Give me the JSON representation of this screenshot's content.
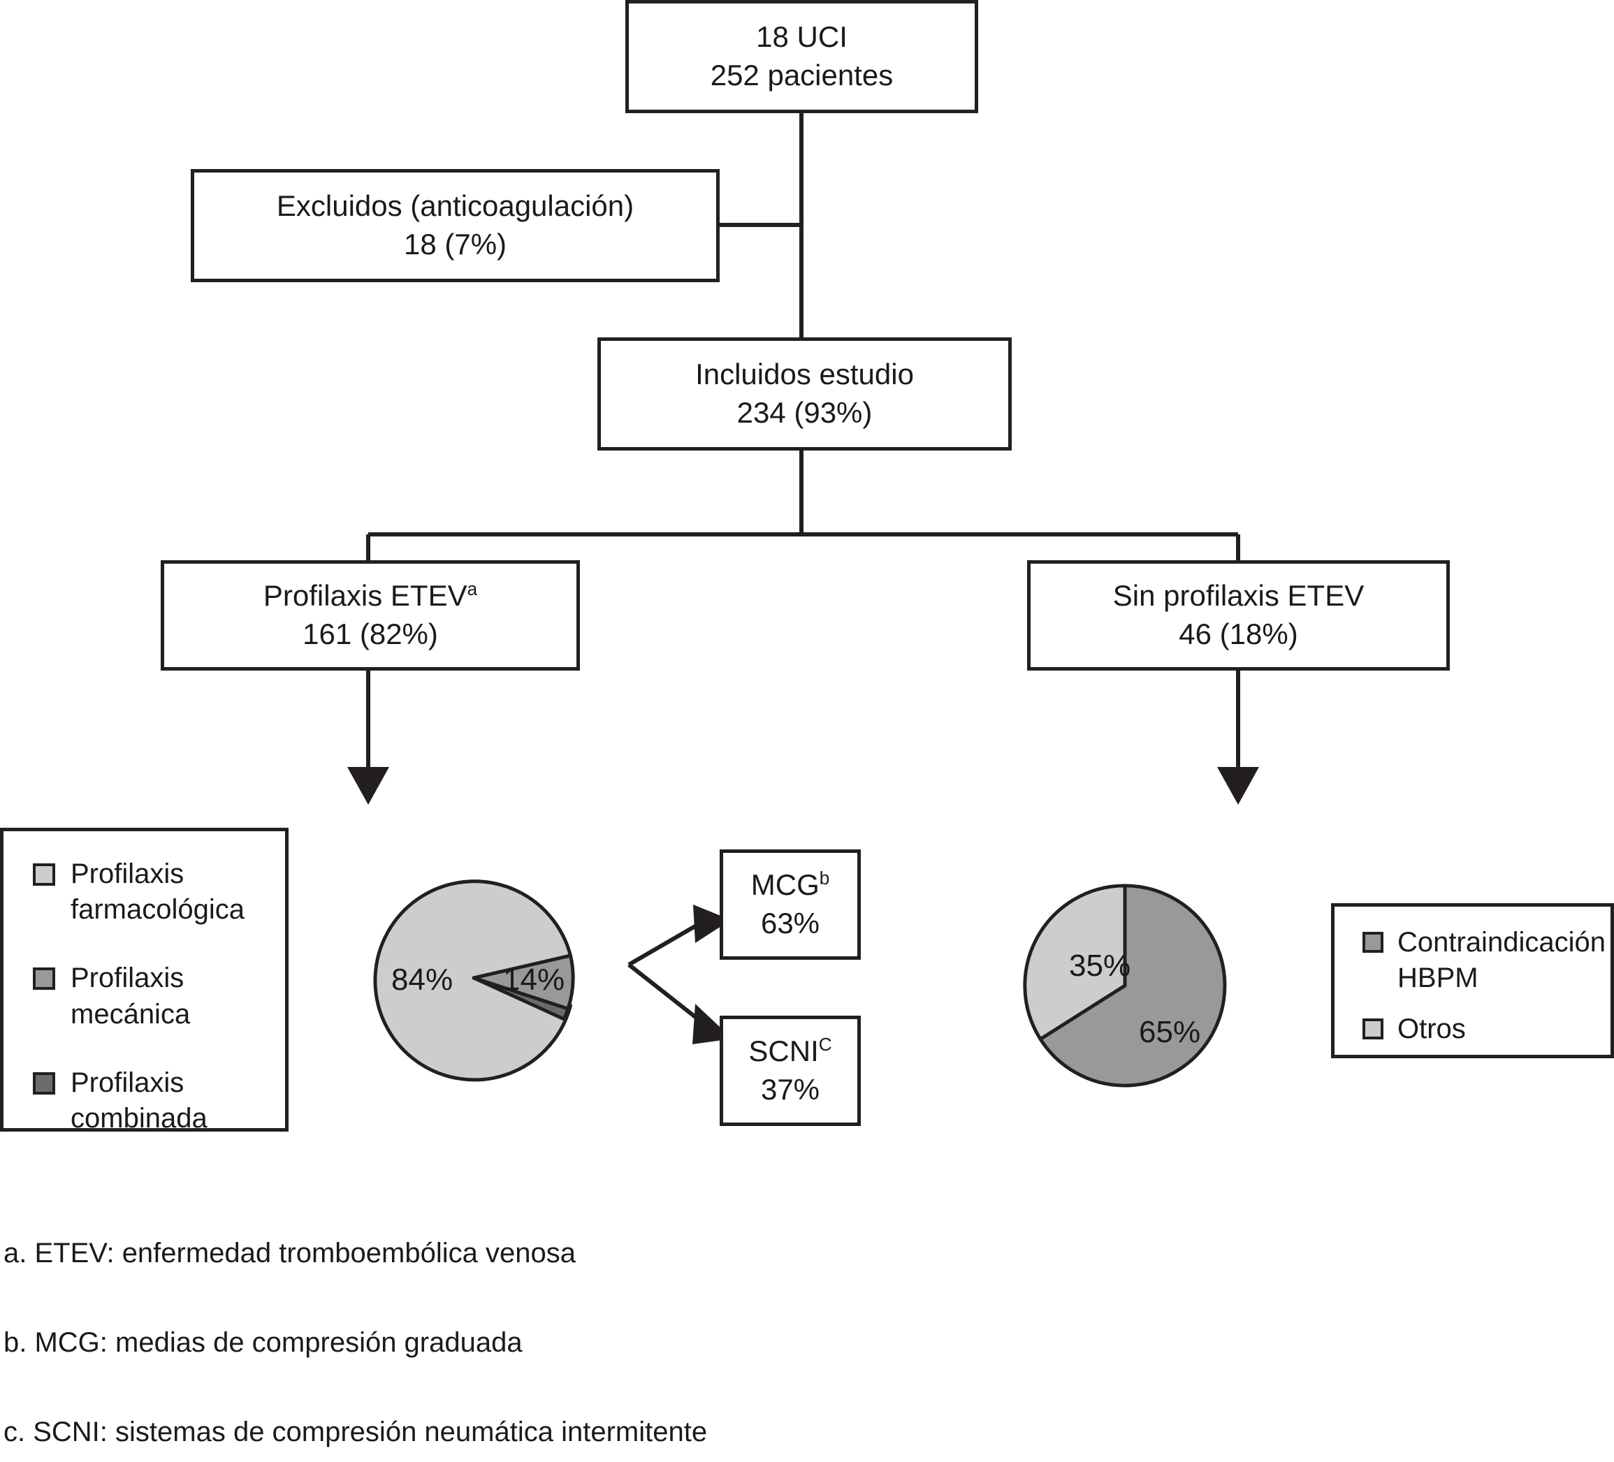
{
  "flow": {
    "top_box": {
      "line1": "18 UCI",
      "line2": "252 pacientes"
    },
    "excluded_box": {
      "line1": "Excluidos (anticoagulación)",
      "line2": "18 (7%)"
    },
    "included_box": {
      "line1": "Incluidos estudio",
      "line2": "234 (93%)"
    },
    "prophylaxis_box": {
      "line1": "Profilaxis ETEV",
      "line1_sup": "a",
      "line2": "161 (82%)"
    },
    "no_prophylaxis_box": {
      "line1": "Sin profilaxis ETEV",
      "line2": "46 (18%)"
    },
    "mcg_box": {
      "line1": "MCG",
      "line1_sup": "b",
      "line2": "63%"
    },
    "scni_box": {
      "line1": "SCNI",
      "line1_sup": "C",
      "line2": "37%"
    }
  },
  "legend_left": {
    "items": [
      {
        "label_line1": "Profilaxis",
        "label_line2": "farmacológica",
        "color": "#cdcdcd"
      },
      {
        "label_line1": "Profilaxis",
        "label_line2": "mecánica",
        "color": "#999999"
      },
      {
        "label_line1": "Profilaxis",
        "label_line2": "combinada",
        "color": "#6b6b6b"
      }
    ]
  },
  "legend_right": {
    "items": [
      {
        "label_line1": "Contraindicación",
        "label_line2": "HBPM",
        "color": "#999999"
      },
      {
        "label_line1": "Otros",
        "label_line2": "",
        "color": "#cdcdcd"
      }
    ]
  },
  "footnotes": [
    "a. ETEV: enfermedad tromboembólica venosa",
    "b. MCG: medias de compresión graduada",
    "c. SCNI: sistemas de compresión neumática intermitente"
  ],
  "chart_data": [
    {
      "type": "pie",
      "title": "Profilaxis ETEV 161 (82%)",
      "categories": [
        "Profilaxis farmacológica",
        "Profilaxis mecánica",
        "Profilaxis combinada"
      ],
      "values": [
        84,
        14,
        2
      ],
      "labels": [
        "84%",
        "14%",
        ""
      ],
      "colors": [
        "#cdcdcd",
        "#999999",
        "#6b6b6b"
      ],
      "legend_position": "left"
    },
    {
      "type": "pie",
      "title": "Sin profilaxis ETEV 46 (18%)",
      "categories": [
        "Contraindicación HBPM",
        "Otros"
      ],
      "values": [
        65,
        35
      ],
      "labels": [
        "65%",
        "35%"
      ],
      "colors": [
        "#999999",
        "#cdcdcd"
      ],
      "legend_position": "right"
    }
  ]
}
